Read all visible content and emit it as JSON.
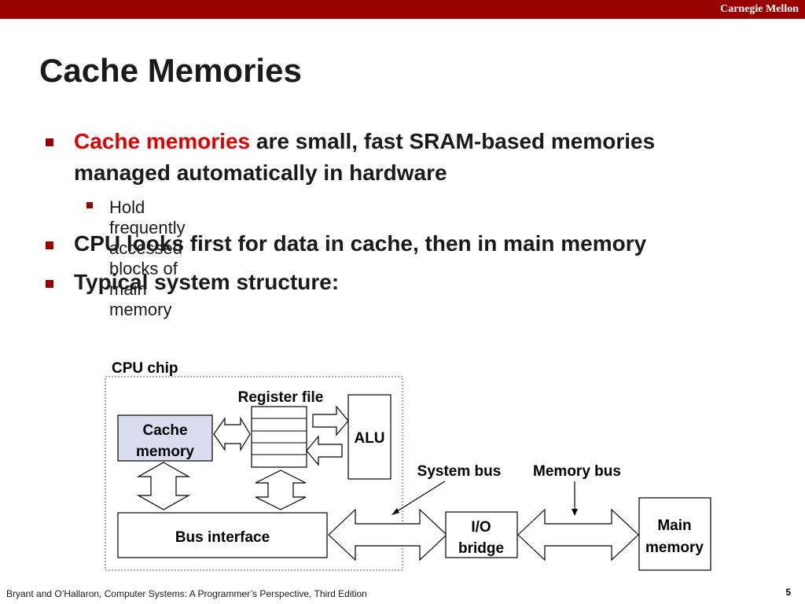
{
  "header": {
    "brand": "Carnegie Mellon"
  },
  "slide": {
    "title": "Cache Memories",
    "bullets": [
      {
        "highlight": "Cache memories",
        "text": " are small, fast SRAM-based memories managed automatically in hardware"
      },
      {
        "text": "CPU looks first for data in cache, then in main memory"
      },
      {
        "text": "Typical system structure:"
      }
    ],
    "sub_bullets": [
      "Hold frequently accessed blocks of main memory"
    ]
  },
  "diagram": {
    "cpu_chip": "CPU chip",
    "register_file": "Register file",
    "cache_memory": [
      "Cache",
      "memory"
    ],
    "alu": "ALU",
    "system_bus": "System bus",
    "memory_bus": "Memory bus",
    "bus_interface": "Bus interface",
    "io_bridge": [
      "I/O",
      "bridge"
    ],
    "main_memory": [
      "Main",
      "memory"
    ]
  },
  "footer": {
    "citation": "Bryant and O’Hallaron, Computer Systems: A Programmer’s Perspective, Third Edition",
    "page": "5"
  }
}
